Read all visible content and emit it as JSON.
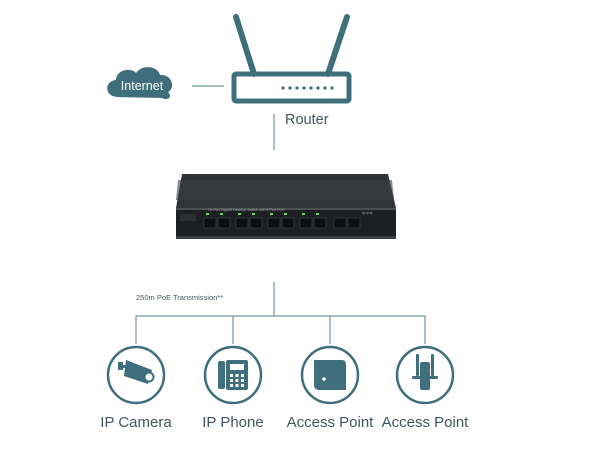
{
  "colors": {
    "accent": "#3f6f7c",
    "line": "#6d98a3",
    "text": "#3f5660",
    "switch_body": "#2b2f31",
    "switch_panel": "#151819"
  },
  "internet": {
    "label": "Internet",
    "icon": "cloud-icon"
  },
  "router": {
    "label": "Router",
    "icon": "router-icon"
  },
  "switch": {
    "icon": "poe-switch-icon",
    "panel_text": "16-Port Gigabit Desktop Switch with 8-Port PoE+"
  },
  "transmission": {
    "label": "250m PoE Transmission**"
  },
  "devices": [
    {
      "label": "IP Camera",
      "icon": "ip-camera-icon"
    },
    {
      "label": "IP Phone",
      "icon": "ip-phone-icon"
    },
    {
      "label": "Access Point",
      "icon": "ceiling-access-point-icon"
    },
    {
      "label": "Access Point",
      "icon": "outdoor-access-point-icon"
    }
  ]
}
